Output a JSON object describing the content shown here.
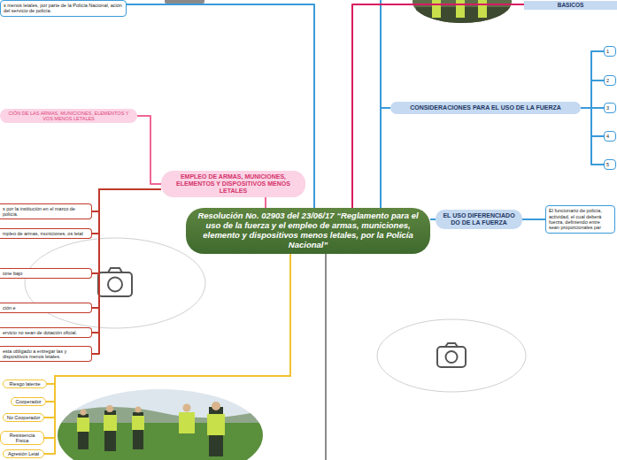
{
  "diagram": {
    "nodes": [
      {
        "text": [
          "Resolución No. 02903 del 23/06/17 “Reglamento para el uso de la fuerza y el empleo de armas, municiones, elemento y dispositivos menos letales, por la Policía Nacional”"
        ]
      },
      {
        "text": [
          "BASICOS"
        ]
      },
      {
        "text": [
          "CONSIDERACIONES PARA EL USO DE LA FUERZA"
        ]
      },
      {
        "text": [
          "1"
        ]
      },
      {
        "text": [
          "2"
        ]
      },
      {
        "text": [
          "3"
        ]
      },
      {
        "text": [
          "4"
        ]
      },
      {
        "text": [
          "5"
        ]
      },
      {
        "text": [
          "EL USO DIFERENCIADO DO DE LA FUERZA"
        ]
      },
      {
        "text": [
          "El funcionario de policía, actividad, el cual deberá fuerza, definiendo entre sean proporcionales par"
        ]
      },
      {
        "text": [
          "s menos letales, por parte de la Policía Nacional, ación del servicio de policía."
        ]
      },
      {
        "text": [
          "CIÓN DE LAS ARMAS, MUNICIONES, ELEMENTOS Y VOS MENOS LETALES"
        ]
      },
      {
        "text": [
          "EMPLEO DE ARMAS, MUNICIONES, ELEMENTOS Y DISPOSITIVOS MENOS LETALES"
        ]
      },
      {
        "text": [
          "s por la institución en el marco de policía."
        ]
      },
      {
        "text": [
          "mpleo de armas, municiones, os letal"
        ]
      },
      {
        "text": [
          "ione bajo"
        ]
      },
      {
        "text": [
          "ción e"
        ]
      },
      {
        "text": [
          "ervicio no sean de dotación oficial."
        ]
      },
      {
        "text": [
          "esta obligado a entregar las y dispositivos menos letales."
        ]
      },
      {
        "text": [
          "Riesgo latente"
        ]
      },
      {
        "text": [
          "Cooperador"
        ]
      },
      {
        "text": [
          "No Cooperador"
        ]
      },
      {
        "text": [
          "Resistencia Física"
        ]
      },
      {
        "text": [
          "Agresión Letal"
        ]
      }
    ],
    "edges": [
      {
        "from": 0,
        "to": 1,
        "arrow": "none"
      },
      {
        "from": 0,
        "to": 2,
        "arrow": "none"
      },
      {
        "from": 2,
        "to": 3,
        "arrow": "none"
      },
      {
        "from": 2,
        "to": 4,
        "arrow": "none"
      },
      {
        "from": 2,
        "to": 5,
        "arrow": "none"
      },
      {
        "from": 2,
        "to": 6,
        "arrow": "none"
      },
      {
        "from": 2,
        "to": 7,
        "arrow": "none"
      },
      {
        "from": 0,
        "to": 8,
        "arrow": "none"
      },
      {
        "from": 8,
        "to": 9,
        "arrow": "none"
      },
      {
        "from": 0,
        "to": 10,
        "arrow": "none"
      },
      {
        "from": 0,
        "to": 12,
        "arrow": "none"
      },
      {
        "from": 12,
        "to": 11,
        "arrow": "none"
      },
      {
        "from": 12,
        "to": 13,
        "arrow": "none"
      },
      {
        "from": 12,
        "to": 14,
        "arrow": "none"
      },
      {
        "from": 12,
        "to": 15,
        "arrow": "none"
      },
      {
        "from": 12,
        "to": 16,
        "arrow": "none"
      },
      {
        "from": 12,
        "to": 17,
        "arrow": "none"
      },
      {
        "from": 12,
        "to": 18,
        "arrow": "none"
      },
      {
        "from": 0,
        "to": 19,
        "arrow": "none"
      },
      {
        "from": 0,
        "to": 20,
        "arrow": "none"
      },
      {
        "from": 0,
        "to": 21,
        "arrow": "none"
      },
      {
        "from": 0,
        "to": 22,
        "arrow": "none"
      },
      {
        "from": 0,
        "to": 23,
        "arrow": "none"
      }
    ]
  }
}
